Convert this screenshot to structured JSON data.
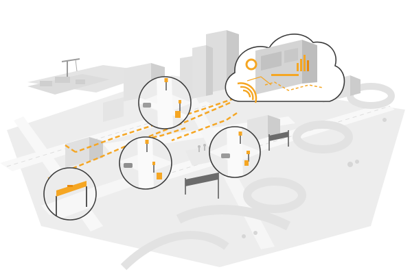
{
  "scene": {
    "accent_color": "#f5a623",
    "accent_dark": "#e8890c",
    "ground_color": "#e6e6e6",
    "road_color": "#f7f7f7",
    "building_color": "#d9d9d9",
    "building_shade": "#c4c4c4",
    "outline_color": "#3a3a3a",
    "callouts": [
      {
        "name": "intersection-top-callout",
        "icon": "traffic-camera-intersection"
      },
      {
        "name": "intersection-left-callout",
        "icon": "traffic-signal-intersection"
      },
      {
        "name": "intersection-right-callout",
        "icon": "traffic-camera-intersection"
      },
      {
        "name": "highway-sign-callout",
        "icon": "overhead-sign-gantry"
      }
    ],
    "cloud": {
      "icon": "cloud-dashboard"
    },
    "connection": {
      "style": "dashed-orange-data-link"
    }
  }
}
